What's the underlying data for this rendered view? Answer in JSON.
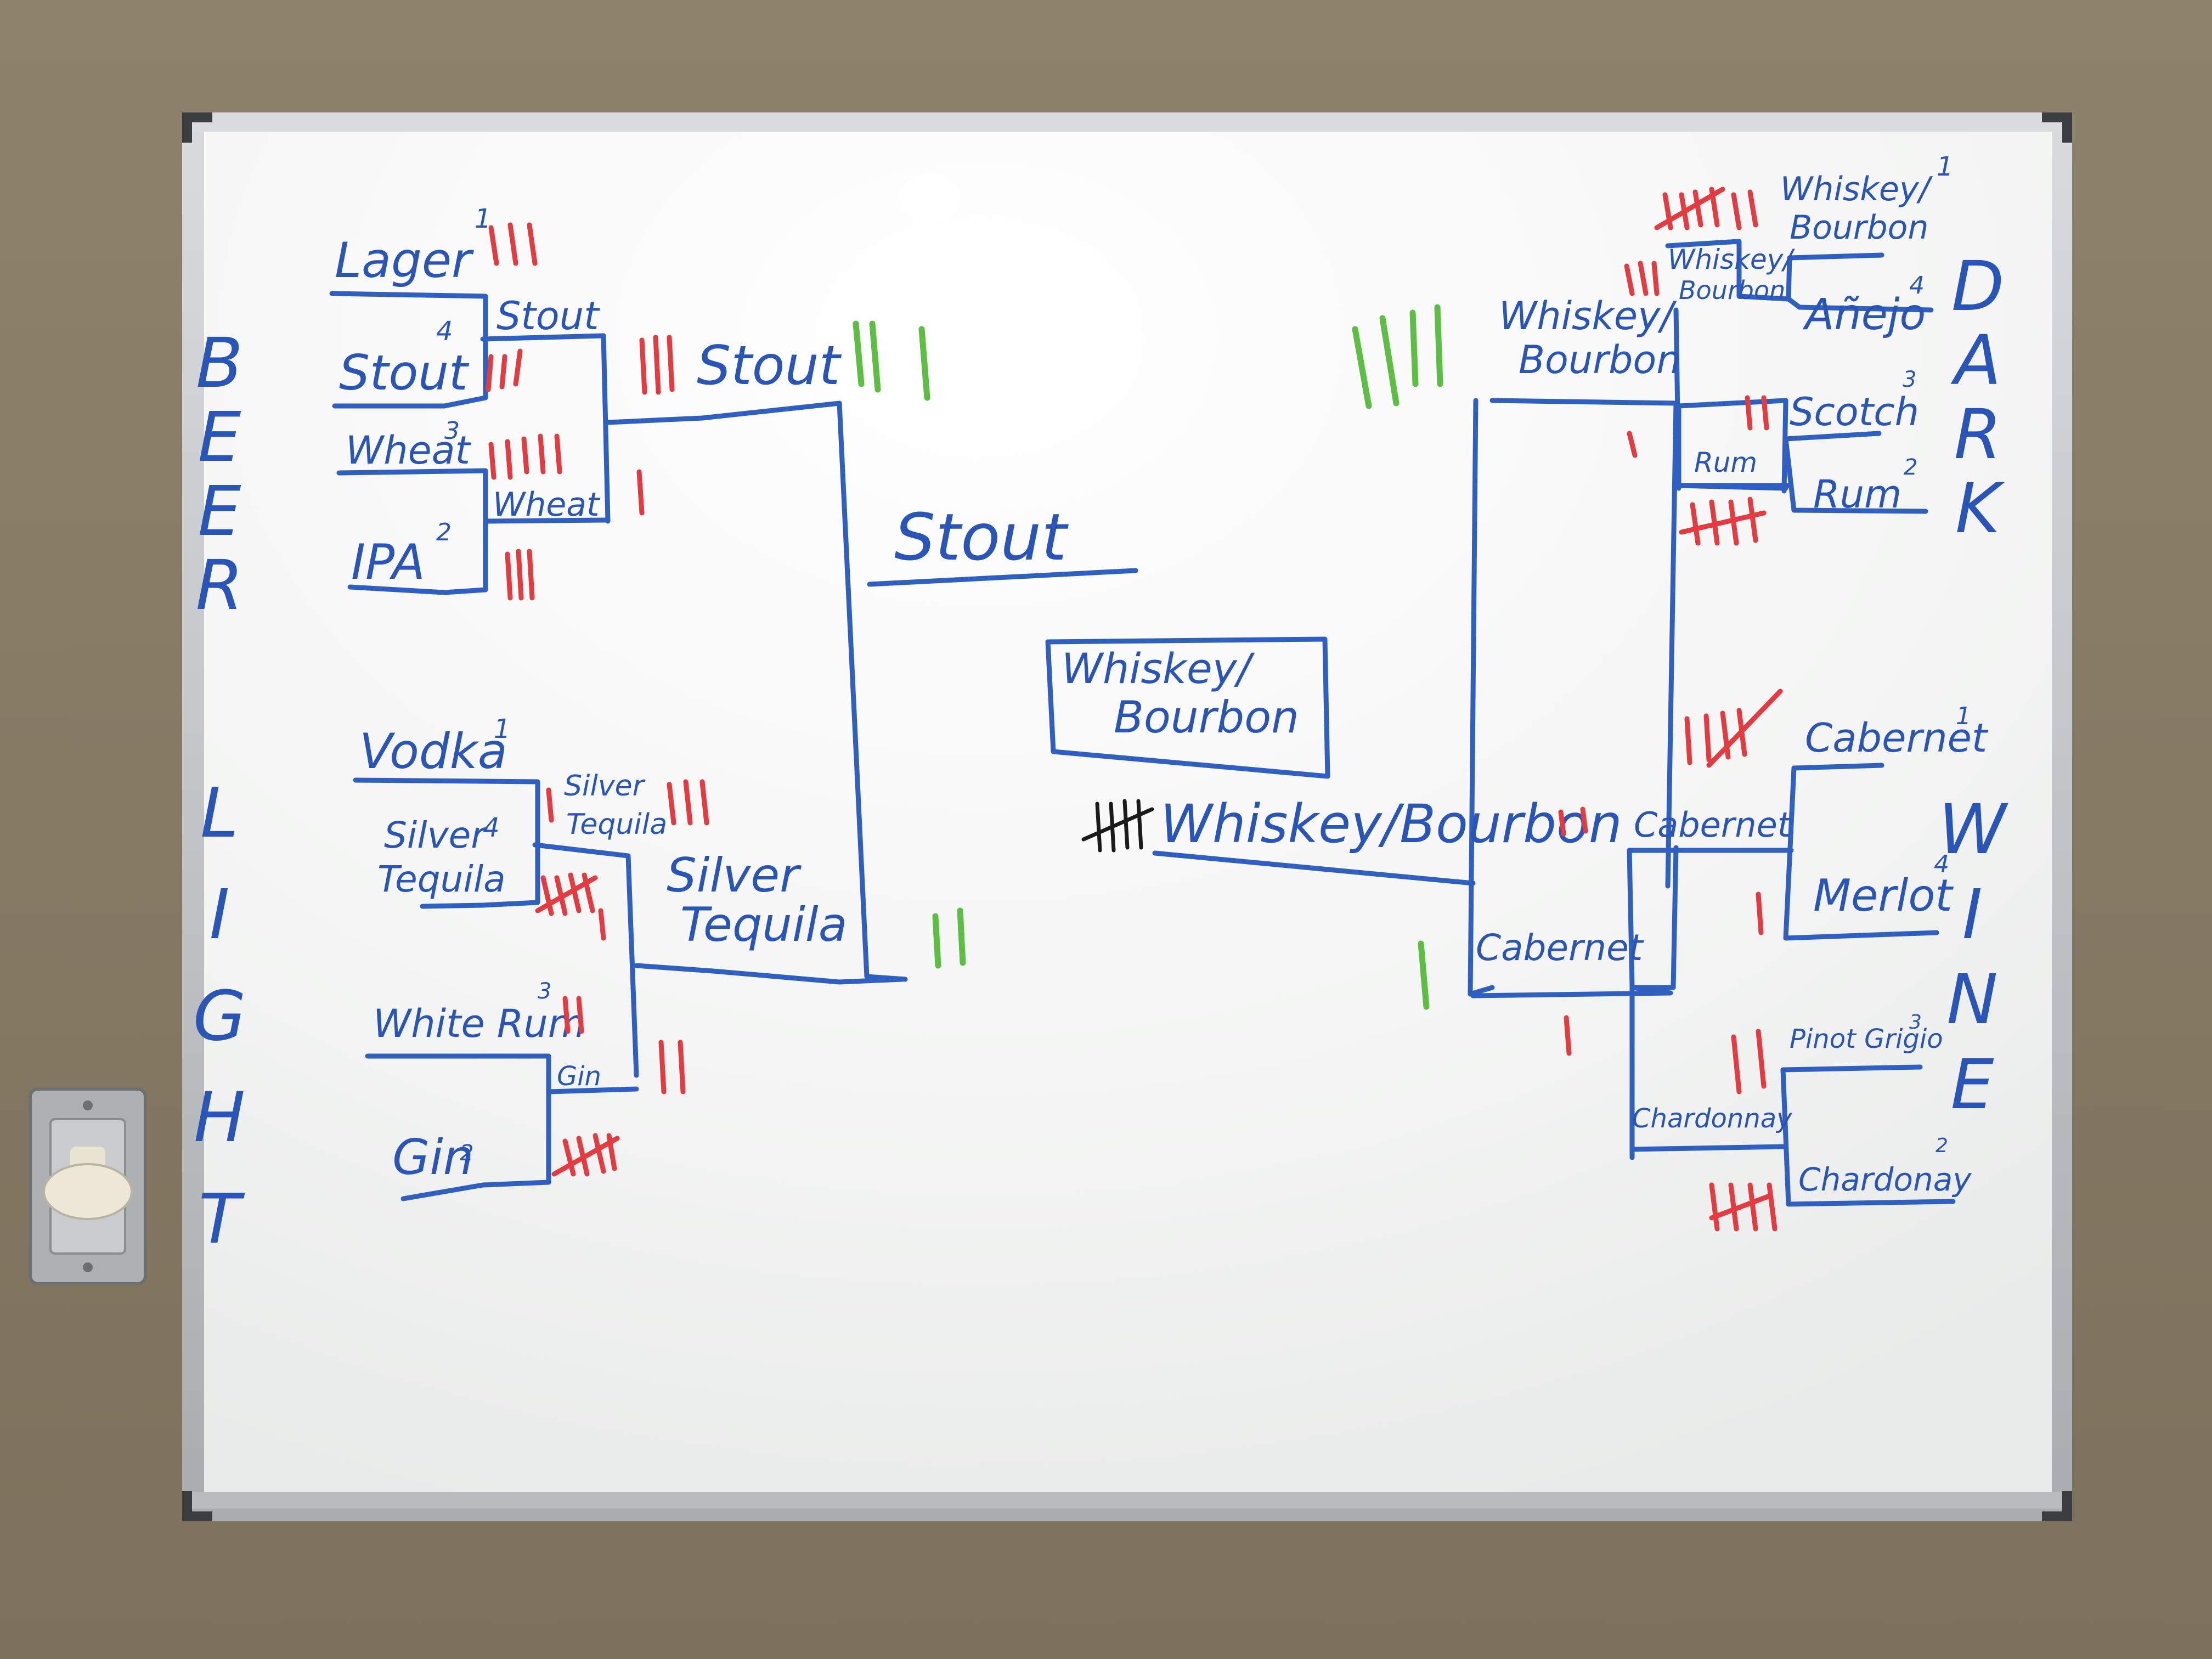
{
  "board": {
    "side_labels": {
      "beer": "BEER",
      "light": "LIGHT",
      "dark": "DARK",
      "wine": "WINE"
    },
    "round1": {
      "lager": "Lager",
      "lager_seed": "1",
      "stout": "Stout",
      "stout_seed": "4",
      "wheat": "Wheat",
      "wheat_seed": "3",
      "ipa": "IPA",
      "ipa_seed": "2",
      "vodka": "Vodka",
      "vodka_seed": "1",
      "silver_tequila_1": "Silver",
      "silver_tequila_2": "Tequila",
      "silver_tequila_seed": "4",
      "white_rum": "White Rum",
      "white_rum_seed": "3",
      "gin": "Gin",
      "gin_seed": "2",
      "whiskey_1": "Whiskey/",
      "whiskey_2": "Bourbon",
      "whiskey_seed": "1",
      "anejo": "Añejo",
      "anejo_seed": "4",
      "scotch": "Scotch",
      "scotch_seed": "3",
      "rum": "Rum",
      "rum_seed": "2",
      "cabernet": "Cabernet",
      "cabernet_seed": "1",
      "merlot": "Merlot",
      "merlot_seed": "4",
      "pinot": "Pinot Grigio",
      "pinot_seed": "3",
      "chardonnay": "Chardonay",
      "chardonnay_seed": "2"
    },
    "round2": {
      "stout": "Stout",
      "wheat": "Wheat",
      "silver_1": "Silver",
      "silver_2": "Tequila",
      "gin": "Gin",
      "whiskey_1": "Whiskey/",
      "whiskey_2": "Bourbon",
      "rum": "Rum",
      "cabernet": "Cabernet",
      "chardonnay": "Chardonnay"
    },
    "round3": {
      "stout": "Stout",
      "silver_1": "Silver",
      "silver_2": "Tequila",
      "whiskey_1": "Whiskey/",
      "whiskey_2": "Bourbon",
      "cabernet": "Cabernet"
    },
    "semis": {
      "left": "Stout",
      "right": "Whiskey/Bourbon"
    },
    "champion": {
      "line1": "Whiskey/",
      "line2": "Bourbon"
    }
  },
  "colors": {
    "wall": "#8a7d68",
    "board": "#f7f8f7",
    "marker_blue": "#2a55b8",
    "marker_red": "#e53a40",
    "marker_green": "#5cbf44"
  },
  "wall_switch": {
    "icon": "dimmer-switch-icon"
  }
}
